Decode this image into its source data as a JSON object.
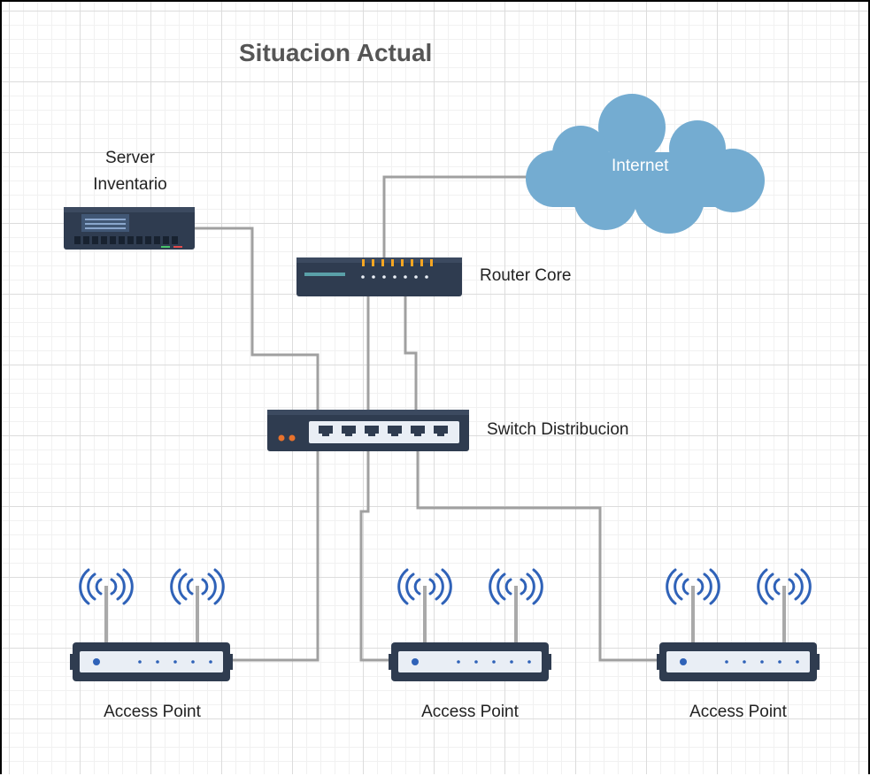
{
  "diagram": {
    "title": "Situacion Actual",
    "nodes": {
      "server": {
        "label_line1": "Server",
        "label_line2": "Inventario",
        "icon": "server-icon"
      },
      "internet": {
        "label": "Internet",
        "icon": "cloud-icon",
        "color": "#74acd1"
      },
      "router": {
        "label": "Router Core",
        "icon": "router-icon"
      },
      "switch": {
        "label": "Switch Distribucion",
        "icon": "switch-icon"
      },
      "access_points": [
        {
          "label": "Access Point",
          "icon": "access-point-icon"
        },
        {
          "label": "Access Point",
          "icon": "access-point-icon"
        },
        {
          "label": "Access Point",
          "icon": "access-point-icon"
        }
      ]
    },
    "connections": [
      [
        "internet",
        "router"
      ],
      [
        "router",
        "switch"
      ],
      [
        "router",
        "switch"
      ],
      [
        "server",
        "switch"
      ],
      [
        "switch",
        "access_point_1"
      ],
      [
        "switch",
        "access_point_2"
      ],
      [
        "switch",
        "access_point_3"
      ]
    ],
    "colors": {
      "device_body": "#2f3c50",
      "device_panel": "#e9eef5",
      "wifi_waves": "#2f62b8",
      "port_leds": "#f5a623",
      "link_line": "#a0a0a0"
    }
  }
}
